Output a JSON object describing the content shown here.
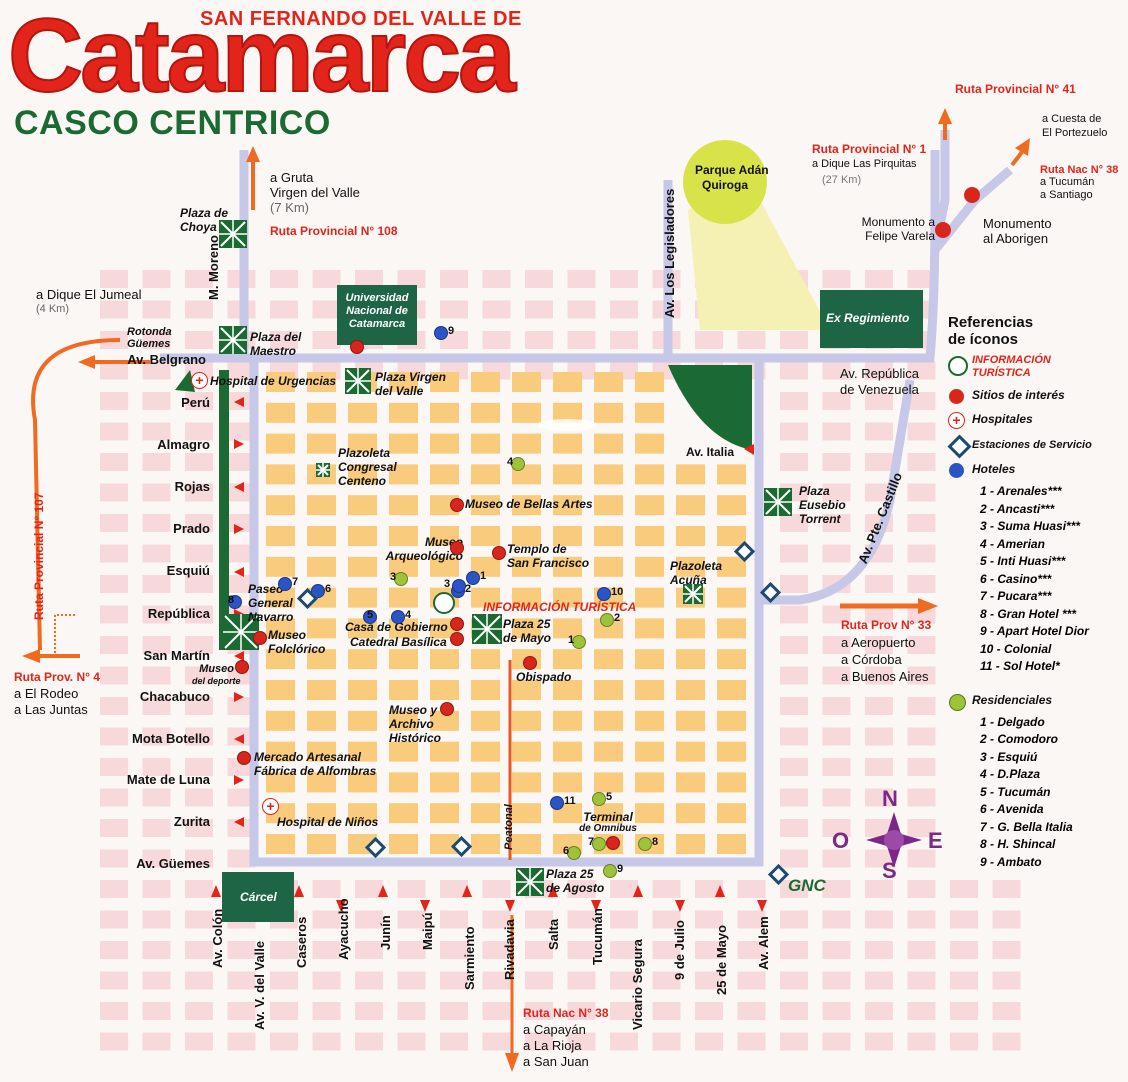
{
  "header": {
    "kicker": "SAN FERNANDO DEL VALLE DE",
    "title": "Catamarca",
    "subtitle": "CASCO CENTRICO"
  },
  "colors": {
    "title_red": "#e3241b",
    "subtitle_green": "#1b6a33",
    "block_yellow": "#f8cc7c",
    "block_pink": "#f6cfd3",
    "avenue_blue": "#c7c7e7",
    "park_green": "#1b6a33",
    "hotel_blue": "#2b54c7",
    "residencial_green": "#9ec33b",
    "site_red": "#d9261c",
    "route_orange": "#f06a20",
    "compass_purple": "#7a2a86"
  },
  "routes": {
    "north": {
      "line1": "a Gruta",
      "line2": "Virgen del Valle",
      "distance": "(7 Km)",
      "name": "Ruta Provincial N° 108"
    },
    "west": {
      "line1": "a Dique El Jumeal",
      "distance": "(4 Km)"
    },
    "rp107": "Ruta Provincial N° 107",
    "rp4": {
      "name": "Ruta Prov. N° 4",
      "line1": "a El Rodeo",
      "line2": "a Las Juntas"
    },
    "rp41": {
      "name": "Ruta Provincial N° 41",
      "line1": "a Cuesta de",
      "line2": "El Portezuelo"
    },
    "rp1": {
      "name": "Ruta Provincial N° 1",
      "line1": "a Dique Las Pirquitas",
      "distance": "(27 Km)"
    },
    "rn38n": {
      "name": "Ruta Nac N° 38",
      "line1": "a Tucumán",
      "line2": "a Santiago"
    },
    "rp33": {
      "name": "Ruta Prov N° 33",
      "line1": "a Aeropuerto",
      "line2": "a Córdoba",
      "line3": "a Buenos Aires"
    },
    "rn38s": {
      "name": "Ruta Nac N° 38",
      "line1": "a Capayán",
      "line2": "a La Rioja",
      "line3": "a San Juan"
    }
  },
  "streets_west": [
    "Av. Belgrano",
    "Perú",
    "Almagro",
    "Rojas",
    "Prado",
    "Esquiú",
    "República",
    "San Martín",
    "Chacabuco",
    "Mota Botello",
    "Mate de Luna",
    "Zurita",
    "Av. Güemes"
  ],
  "streets_south": [
    "Av. Colón",
    "Av. V. del Valle",
    "Caseros",
    "Ayacucho",
    "Junín",
    "Maipú",
    "Sarmiento",
    "Rivadavia",
    "Salta",
    "Tucumán",
    "Vicario Segura",
    "9 de Julio",
    "25 de Mayo",
    "Av. Alem"
  ],
  "streets_other": {
    "moreno": "M. Moreno",
    "legisladores": "Av. Los Legisladores",
    "castillo": "Av. Pte. Castillo",
    "venezuela_1": "Av. República",
    "venezuela_2": "de Venezuela",
    "italia": "Av. Italia",
    "peatonal": "Peatonal"
  },
  "places": {
    "parque_1": "Parque Adán",
    "parque_2": "Quiroga",
    "plaza_choya_1": "Plaza de",
    "plaza_choya_2": "Choya",
    "universidad_1": "Universidad",
    "universidad_2": "Nacional de",
    "universidad_3": "Catamarca",
    "ex_regimiento": "Ex Regimiento",
    "monumento_varela_1": "Monumento a",
    "monumento_varela_2": "Felipe Varela",
    "monumento_aborigen_1": "Monumento",
    "monumento_aborigen_2": "al Aborigen",
    "rotonda_1": "Rotonda",
    "rotonda_2": "Güemes",
    "plaza_maestro_1": "Plaza del",
    "plaza_maestro_2": "Maestro",
    "hospital_urgencias": "Hospital de Urgencias",
    "plaza_virgen_1": "Plaza Virgen",
    "plaza_virgen_2": "del Valle",
    "plazoleta_congresal_1": "Plazoleta",
    "plazoleta_congresal_2": "Congresal",
    "plazoleta_congresal_3": "Centeno",
    "museo_bellas_artes": "Museo de Bellas Artes",
    "museo_arqueologico_1": "Museo",
    "museo_arqueologico_2": "Arqueológico",
    "templo_1": "Templo de",
    "templo_2": "San Francisco",
    "plaza_eusebio_1": "Plaza",
    "plaza_eusebio_2": "Eusebio",
    "plaza_eusebio_3": "Torrent",
    "plazoleta_acuna_1": "Plazoleta",
    "plazoleta_acuna_2": "Acuña",
    "paseo_navarro_1": "Paseo",
    "paseo_navarro_2": "General",
    "paseo_navarro_3": "Navarro",
    "info_turistica": "INFORMACIÓN TURÍSTICA",
    "casa_gobierno": "Casa de Gobierno",
    "catedral": "Catedral Basílica",
    "plaza_25_mayo_1": "Plaza 25",
    "plaza_25_mayo_2": "de Mayo",
    "museo_folclorico_1": "Museo",
    "museo_folclorico_2": "Folclórico",
    "museo_deporte_1": "Museo",
    "museo_deporte_2": "del deporte",
    "obispado": "Obispado",
    "museo_archivo_1": "Museo y",
    "museo_archivo_2": "Archivo",
    "museo_archivo_3": "Histórico",
    "mercado_1": "Mercado Artesanal",
    "mercado_2": "Fábrica de Alfombras",
    "hospital_ninos": "Hospital de Niños",
    "terminal_1": "Terminal",
    "terminal_2": "de Omnibus",
    "plaza_25_agosto_1": "Plaza 25",
    "plaza_25_agosto_2": "de Agosto",
    "carcel": "Cárcel",
    "gnc": "GNC"
  },
  "compass": {
    "n": "N",
    "s": "S",
    "e": "E",
    "o": "O"
  },
  "legend": {
    "title_1": "Referencias",
    "title_2": "de íconos",
    "info_1": "INFORMACIÓN",
    "info_2": "TURÍSTICA",
    "sitios": "Sitios de interés",
    "hospitales": "Hospitales",
    "estaciones": "Estaciones de Servicio",
    "hoteles_title": "Hoteles",
    "hoteles": [
      "1 - Arenales***",
      "2 - Ancasti***",
      "3 - Suma Huasi***",
      "4 - Amerian",
      "5 - Inti Huasi***",
      "6 - Casino***",
      "7 - Pucara***",
      "8 - Gran Hotel ***",
      "9 - Apart Hotel Dior",
      "10 - Colonial",
      "11 - Sol Hotel*"
    ],
    "residenciales_title": "Residenciales",
    "residenciales": [
      "1 - Delgado",
      "2 - Comodoro",
      "3 - Esquiú",
      "4 - D.Plaza",
      "5 - Tucumán",
      "6 - Avenida",
      "7 - G. Bella Italia",
      "8 - H. Shincal",
      "9 - Ambato"
    ]
  },
  "hotel_markers": [
    "1",
    "2",
    "3",
    "4",
    "5",
    "6",
    "7",
    "8",
    "9",
    "10",
    "11"
  ],
  "residencial_markers": [
    "1",
    "2",
    "3",
    "4",
    "5",
    "6",
    "7",
    "8",
    "9"
  ]
}
